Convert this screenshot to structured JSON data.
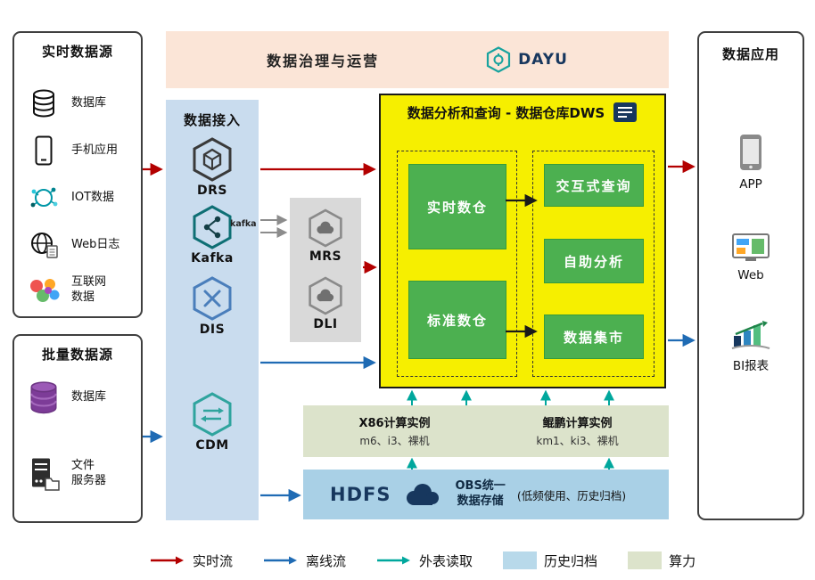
{
  "colors": {
    "realtime_flow": "#b30000",
    "offline_flow": "#1f6bb4",
    "external_read": "#00a79d",
    "archive_swatch": "#b8d9ea",
    "compute_swatch": "#dce3cb",
    "dws_bg": "#f6ef00",
    "green_box": "#4cb050",
    "ingestion_bg": "#c9dcee",
    "governance_bg": "#fbe5d7",
    "gray_panel": "#d9d9d9",
    "hdfs_bg": "#a9d0e6"
  },
  "governance": {
    "title": "数据治理与运营",
    "logo_text": "DAYU",
    "logo_icon": "dayu-hexagon-icon"
  },
  "realtime_sources": {
    "title": "实时数据源",
    "items": [
      {
        "label": "数据库",
        "icon": "database-icon"
      },
      {
        "label": "手机应用",
        "icon": "mobile-phone-icon"
      },
      {
        "label": "IOT数据",
        "icon": "iot-icon"
      },
      {
        "label": "Web日志",
        "icon": "web-log-globe-icon"
      },
      {
        "label": "互联网\n数据",
        "icon": "internet-data-icon"
      }
    ]
  },
  "batch_sources": {
    "title": "批量数据源",
    "items": [
      {
        "label": "数据库",
        "icon": "purple-database-icon"
      },
      {
        "label": "文件\n服务器",
        "icon": "file-server-icon"
      }
    ]
  },
  "ingestion": {
    "title": "数据接入",
    "services": [
      {
        "label": "DRS",
        "icon": "drs-hexagon-icon"
      },
      {
        "label": "Kafka",
        "icon": "kafka-hexagon-icon",
        "badge": "kafka"
      },
      {
        "label": "DIS",
        "icon": "dis-hexagon-icon"
      },
      {
        "label": "CDM",
        "icon": "cdm-hexagon-icon"
      }
    ]
  },
  "processing": {
    "services": [
      {
        "label": "MRS",
        "icon": "mrs-hexagon-icon"
      },
      {
        "label": "DLI",
        "icon": "dli-hexagon-icon"
      }
    ]
  },
  "dws": {
    "title": "数据分析和查询 - 数据仓库DWS",
    "title_icon": "report-document-icon",
    "warehouses": [
      {
        "label": "实时数仓"
      },
      {
        "label": "标准数仓"
      }
    ],
    "analytics": [
      {
        "label": "交互式查询"
      },
      {
        "label": "自助分析"
      },
      {
        "label": "数据集市"
      }
    ]
  },
  "compute": {
    "x86": {
      "title": "X86计算实例",
      "subtitle": "m6、i3、裸机"
    },
    "kunpeng": {
      "title": "鲲鹏计算实例",
      "subtitle": "km1、ki3、裸机"
    }
  },
  "storage": {
    "hdfs_label": "HDFS",
    "obs_title": "OBS统一\n数据存储",
    "obs_note": "(低频使用、历史归档)",
    "cloud_icon": "obs-cloud-icon"
  },
  "applications": {
    "title": "数据应用",
    "items": [
      {
        "label": "APP",
        "icon": "app-phone-icon"
      },
      {
        "label": "Web",
        "icon": "web-dashboard-icon"
      },
      {
        "label": "BI报表",
        "icon": "bi-report-chart-icon"
      }
    ]
  },
  "legend": {
    "items": [
      {
        "label": "实时流",
        "type": "arrow",
        "color": "#b30000"
      },
      {
        "label": "离线流",
        "type": "arrow",
        "color": "#1f6bb4"
      },
      {
        "label": "外表读取",
        "type": "arrow",
        "color": "#00a79d"
      },
      {
        "label": "历史归档",
        "type": "swatch",
        "color": "#b8d9ea"
      },
      {
        "label": "算力",
        "type": "swatch",
        "color": "#dce3cb"
      }
    ]
  }
}
